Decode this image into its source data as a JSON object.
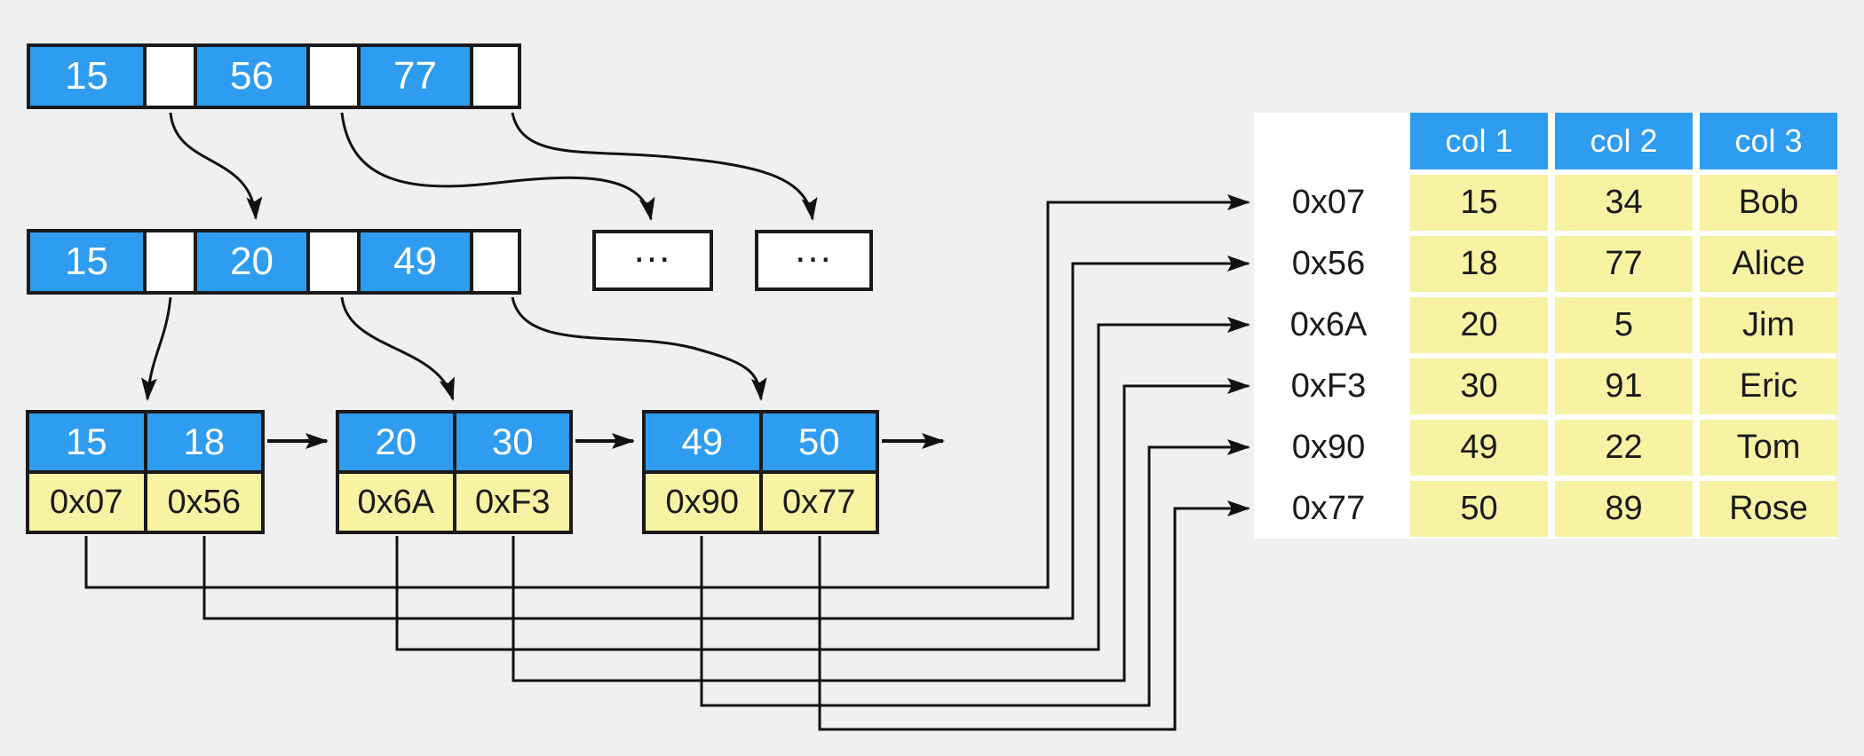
{
  "colors": {
    "background": "#F0F0F0",
    "node_blue": "#2E9CF0",
    "pointer_yellow": "#F8F2A3",
    "border_black": "#1A1A1A",
    "cell_white": "#FFFFFF"
  },
  "root_node": {
    "keys": [
      "15",
      "56",
      "77"
    ]
  },
  "internal_node": {
    "keys": [
      "15",
      "20",
      "49"
    ]
  },
  "dots_boxes": {
    "box1": "...",
    "box2": "..."
  },
  "leaf_nodes": [
    {
      "keys": [
        "15",
        "18"
      ],
      "pointers": [
        "0x07",
        "0x56"
      ]
    },
    {
      "keys": [
        "20",
        "30"
      ],
      "pointers": [
        "0x6A",
        "0xF3"
      ]
    },
    {
      "keys": [
        "49",
        "50"
      ],
      "pointers": [
        "0x90",
        "0x77"
      ]
    }
  ],
  "table": {
    "headers": [
      "col 1",
      "col 2",
      "col 3"
    ],
    "rows": [
      {
        "address": "0x07",
        "values": [
          "15",
          "34",
          "Bob"
        ]
      },
      {
        "address": "0x56",
        "values": [
          "18",
          "77",
          "Alice"
        ]
      },
      {
        "address": "0x6A",
        "values": [
          "20",
          "5",
          "Jim"
        ]
      },
      {
        "address": "0xF3",
        "values": [
          "30",
          "91",
          "Eric"
        ]
      },
      {
        "address": "0x90",
        "values": [
          "49",
          "22",
          "Tom"
        ]
      },
      {
        "address": "0x77",
        "values": [
          "50",
          "89",
          "Rose"
        ]
      }
    ]
  }
}
